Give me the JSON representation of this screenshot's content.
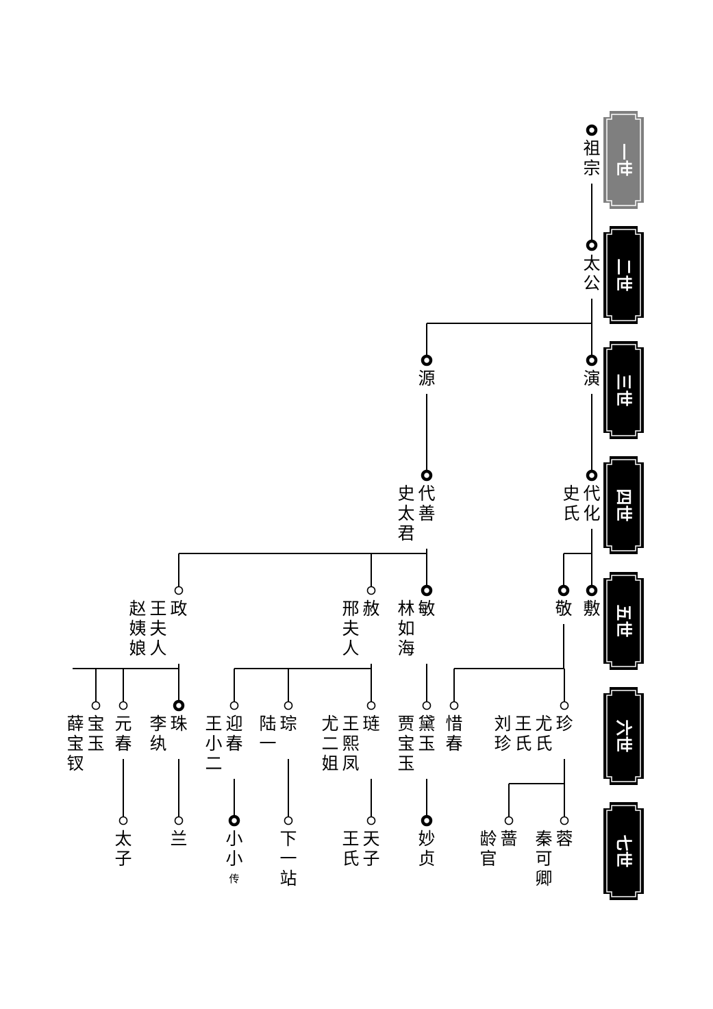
{
  "generations": [
    {
      "label": "一世",
      "highlight": true
    },
    {
      "label": "二世"
    },
    {
      "label": "三世"
    },
    {
      "label": "四世"
    },
    {
      "label": "五世"
    },
    {
      "label": "六世"
    },
    {
      "label": "七世"
    }
  ],
  "persons": [
    {
      "id": "zuzong",
      "gen": 1,
      "names": [
        "祖宗"
      ],
      "marker": "filled"
    },
    {
      "id": "taigong",
      "gen": 2,
      "names": [
        "太公"
      ],
      "marker": "filled"
    },
    {
      "id": "yan",
      "gen": 3,
      "names": [
        "演"
      ],
      "marker": "filled"
    },
    {
      "id": "yuan",
      "gen": 3,
      "names": [
        "源"
      ],
      "marker": "filled"
    },
    {
      "id": "daihua",
      "gen": 4,
      "names": [
        "代化",
        "史氏"
      ],
      "marker": "filled"
    },
    {
      "id": "daishan",
      "gen": 4,
      "names": [
        "代善",
        "史太君"
      ],
      "marker": "filled"
    },
    {
      "id": "fu",
      "gen": 5,
      "names": [
        "敷"
      ],
      "marker": "filled"
    },
    {
      "id": "jing",
      "gen": 5,
      "names": [
        "敬"
      ],
      "marker": "filled"
    },
    {
      "id": "min",
      "gen": 5,
      "names": [
        "敏",
        "林如海"
      ],
      "marker": "filled"
    },
    {
      "id": "she",
      "gen": 5,
      "names": [
        "赦",
        "邢夫人"
      ],
      "marker": "open"
    },
    {
      "id": "zheng",
      "gen": 5,
      "names": [
        "政",
        "王夫人",
        "赵姨娘"
      ],
      "marker": "open"
    },
    {
      "id": "zhen",
      "gen": 6,
      "names": [
        "珍",
        "尤氏",
        "王氏",
        "刘珍"
      ],
      "marker": "open"
    },
    {
      "id": "xichun",
      "gen": 6,
      "names": [
        "惜春"
      ],
      "marker": "open"
    },
    {
      "id": "daiyu",
      "gen": 6,
      "names": [
        "黛玉",
        "贾宝玉"
      ],
      "marker": "open"
    },
    {
      "id": "lian",
      "gen": 6,
      "names": [
        "琏",
        "王熙凤",
        "尤二姐"
      ],
      "marker": "open"
    },
    {
      "id": "cong",
      "gen": 6,
      "names": [
        "琮",
        "陆一"
      ],
      "marker": "open"
    },
    {
      "id": "yingchun",
      "gen": 6,
      "names": [
        "迎春",
        "王小二"
      ],
      "marker": "open"
    },
    {
      "id": "zhu",
      "gen": 6,
      "names": [
        "珠",
        "李纨"
      ],
      "marker": "filled"
    },
    {
      "id": "yuanchun",
      "gen": 6,
      "names": [
        "元春"
      ],
      "marker": "open"
    },
    {
      "id": "baoyu",
      "gen": 6,
      "names": [
        "宝玉",
        "薛宝钗"
      ],
      "marker": "open"
    },
    {
      "id": "rong",
      "gen": 7,
      "names": [
        "蓉",
        "秦可卿"
      ],
      "marker": "open"
    },
    {
      "id": "qiang",
      "gen": 7,
      "names": [
        "蔷",
        "龄官"
      ],
      "marker": "open"
    },
    {
      "id": "miaozhen",
      "gen": 7,
      "names": [
        "妙贞"
      ],
      "marker": "filled"
    },
    {
      "id": "tianzi",
      "gen": 7,
      "names": [
        "天子",
        "王氏"
      ],
      "marker": "open"
    },
    {
      "id": "xiayizhan",
      "gen": 7,
      "names": [
        "下一站"
      ],
      "marker": "open"
    },
    {
      "id": "xiaoxiao",
      "gen": 7,
      "names": [
        "小小"
      ],
      "marker": "filled",
      "note": "传"
    },
    {
      "id": "lan",
      "gen": 7,
      "names": [
        "兰"
      ],
      "marker": "open"
    },
    {
      "id": "taizi",
      "gen": 7,
      "names": [
        "太子"
      ],
      "marker": "open"
    }
  ],
  "links": [
    {
      "parent": "zuzong",
      "children": [
        "taigong"
      ]
    },
    {
      "parent": "taigong",
      "children": [
        "yan",
        "yuan"
      ]
    },
    {
      "parent": "yan",
      "children": [
        "daihua"
      ]
    },
    {
      "parent": "yuan",
      "children": [
        "daishan"
      ]
    },
    {
      "parent": "daihua",
      "children": [
        "fu",
        "jing"
      ]
    },
    {
      "parent": "daishan",
      "children": [
        "min",
        "she",
        "zheng"
      ]
    },
    {
      "parent": "jing",
      "children": [
        "zhen",
        "xichun"
      ]
    },
    {
      "parent": "min",
      "children": [
        "daiyu"
      ]
    },
    {
      "parent": "she",
      "children": [
        "lian",
        "cong",
        "yingchun"
      ]
    },
    {
      "parent": "zheng",
      "children": [
        "zhu",
        "yuanchun",
        "baoyu"
      ],
      "extends": true
    },
    {
      "parent": "zhen",
      "children": [
        "rong",
        "qiang"
      ]
    },
    {
      "parent": "daiyu",
      "children": [
        "miaozhen"
      ]
    },
    {
      "parent": "lian",
      "children": [
        "tianzi"
      ]
    },
    {
      "parent": "cong",
      "children": [
        "xiayizhan"
      ]
    },
    {
      "parent": "yingchun",
      "children": [
        "xiaoxiao"
      ]
    },
    {
      "parent": "zhu",
      "children": [
        "lan"
      ]
    },
    {
      "parent": "yuanchun",
      "children": [
        "taizi"
      ]
    }
  ]
}
